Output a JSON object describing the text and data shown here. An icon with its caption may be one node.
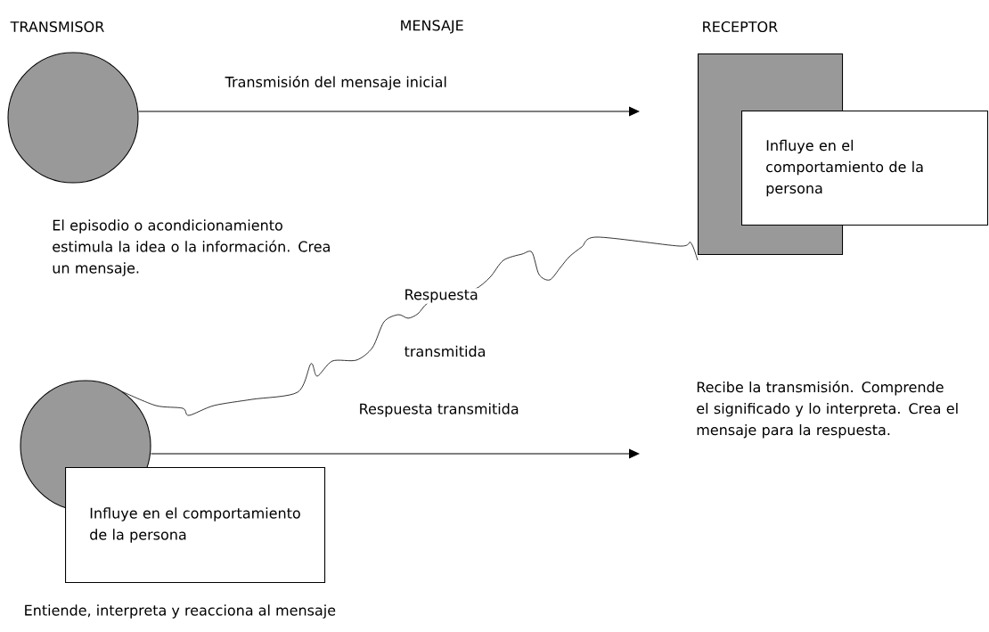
{
  "diagram": {
    "nodes": [
      {
        "text": [],
        "shape": "circle"
      },
      {
        "text": [],
        "shape": "box"
      },
      {
        "text": [
          "Influye en el comportamiento de la persona"
        ]
      },
      {
        "text": [],
        "shape": "circle"
      },
      {
        "text": [
          "Influye en el comportamiento de la persona"
        ]
      }
    ],
    "edges": [
      {
        "from": 0,
        "to": null,
        "arrow": "to",
        "label": "Transmisión del mensaje inicial"
      },
      {
        "from": 3,
        "to": null,
        "arrow": "to",
        "label": "Respuesta transmitida"
      },
      {
        "from": 3,
        "to": 1,
        "arrow": "none"
      }
    ],
    "labels": [
      "TRANSMISOR",
      "MENSAJE",
      "RECEPTOR",
      "El episodio o acondicionamiento estimula la idea o la información. Crea un mensaje.",
      "Respuesta",
      "transmitida",
      "Recibe la transmisión. Comprende el significado y lo interpreta. Crea el mensaje para la respuesta.",
      "Entiende, interpreta y reacciona al mensaje"
    ]
  }
}
